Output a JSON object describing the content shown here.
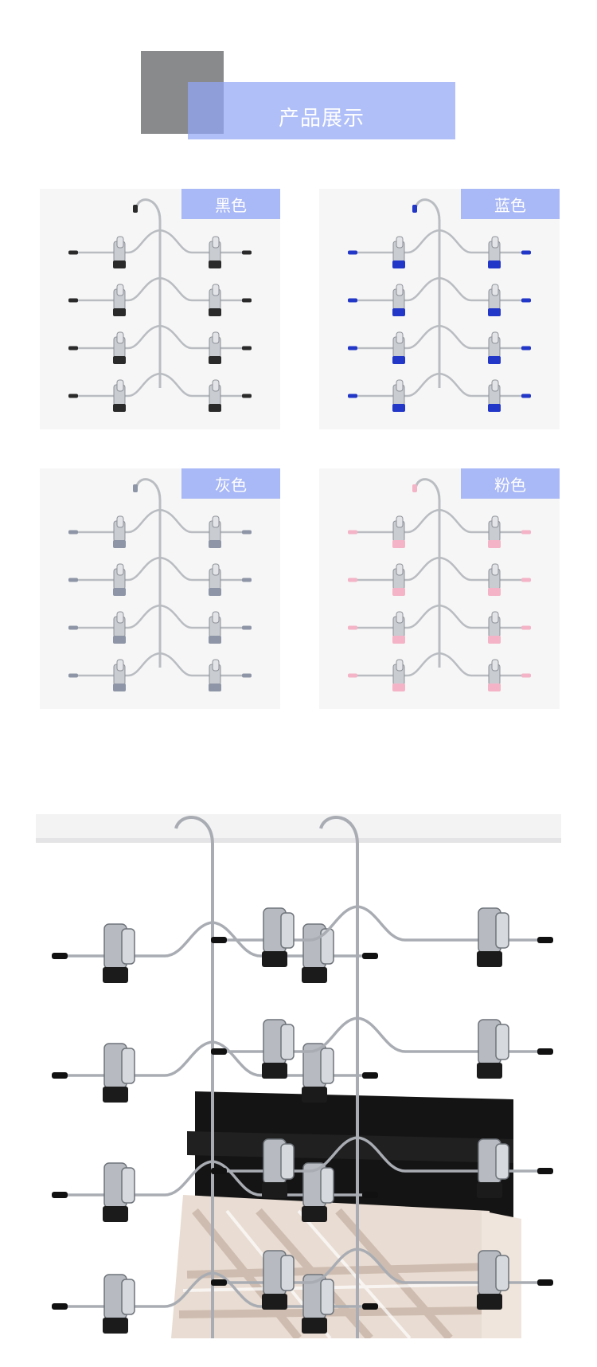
{
  "section": {
    "title": "产品展示"
  },
  "variants": [
    {
      "label": "黑色",
      "accent": "#2a2a2a"
    },
    {
      "label": "蓝色",
      "accent": "#2236c8"
    },
    {
      "label": "灰色",
      "accent": "#8e95a6"
    },
    {
      "label": "粉色",
      "accent": "#f4b3c6"
    }
  ],
  "colors": {
    "badge": "#a9b8f6",
    "header_block": "#92a6f5",
    "header_shadow": "#888a8c",
    "chrome": "#b9bcc1"
  },
  "photo": {
    "icon": "hanger-photo-image"
  }
}
